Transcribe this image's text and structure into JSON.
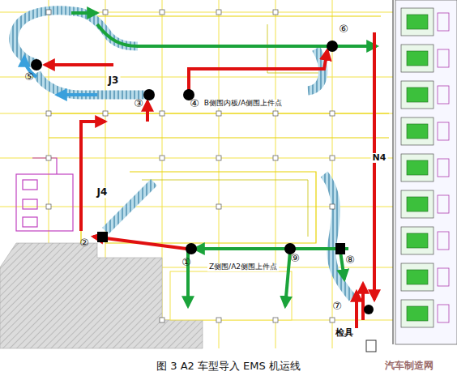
{
  "diagram": {
    "caption": "图 3    A2 车型导入 EMS 机运线",
    "labels": [
      "⑥",
      "⑤",
      "J3",
      "③",
      "④",
      "B侧围内板/A侧围上件点",
      "J4",
      "②",
      "①",
      "Z侧围/A2侧围上件点",
      "⑨",
      "⑧",
      "N4",
      "⑦",
      "检具",
      "汽车制造网"
    ]
  }
}
